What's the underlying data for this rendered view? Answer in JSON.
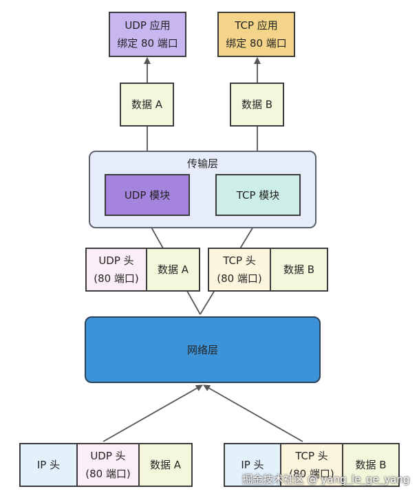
{
  "colors": {
    "udp_app": "#c7b6f0",
    "tcp_app": "#f3d488",
    "data_block": "#f4f7dc",
    "udp_module": "#a484dd",
    "tcp_module": "#cdeee6",
    "transport_layer": "#e7ecfa",
    "network_layer": "#3c93d8",
    "arrow": "#555555"
  },
  "apps": {
    "udp": {
      "line1": "UDP 应用",
      "line2": "绑定 80 端口"
    },
    "tcp": {
      "line1": "TCP 应用",
      "line2": "绑定 80 端口"
    }
  },
  "delivered": {
    "udp_data": "数据 A",
    "tcp_data": "数据 B"
  },
  "transport": {
    "title": "传输层",
    "udp_module": "UDP 模块",
    "tcp_module": "TCP 模块"
  },
  "segments": {
    "udp": {
      "head_line1": "UDP 头",
      "head_line2": "(80 端口)",
      "data": "数据 A"
    },
    "tcp": {
      "head_line1": "TCP 头",
      "head_line2": "(80 端口)",
      "data": "数据 B"
    }
  },
  "network": {
    "title": "网络层"
  },
  "packets": {
    "left": {
      "ip_head": "IP 头",
      "udp_head_line1": "UDP 头",
      "udp_head_line2": "(80 端口)",
      "data": "数据 A"
    },
    "right": {
      "ip_head": "IP 头",
      "tcp_head_line1": "TCP 头",
      "tcp_head_line2": "(80 端口)",
      "data": "数据 B"
    }
  },
  "watermark": "掘金技术社区 @ yang_le_ge_yang"
}
